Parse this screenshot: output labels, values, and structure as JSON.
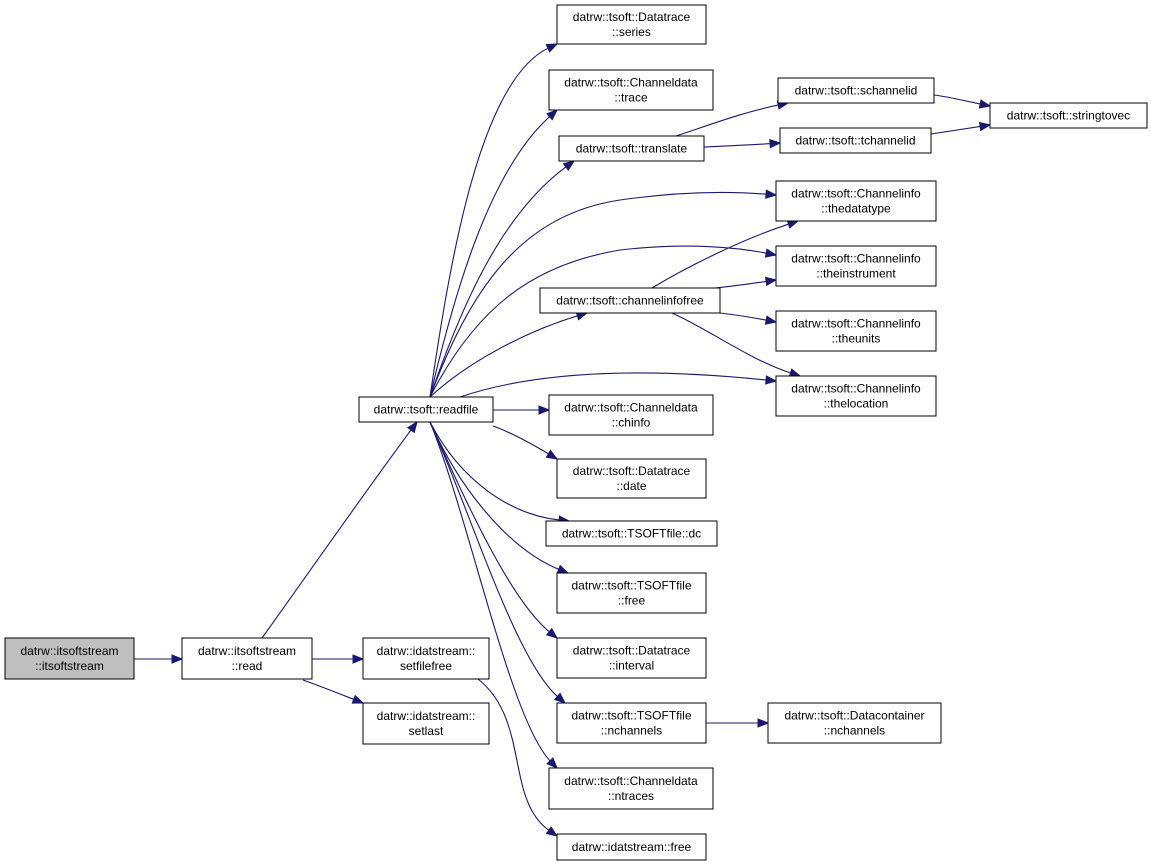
{
  "nodes": [
    {
      "id": "itsoftstream_ctor",
      "lines": [
        "datrw::itsoftstream",
        "::itsoftstream"
      ],
      "root": true
    },
    {
      "id": "itsoftstream_read",
      "lines": [
        "datrw::itsoftstream",
        "::read"
      ]
    },
    {
      "id": "readfile",
      "lines": [
        "datrw::tsoft::readfile"
      ]
    },
    {
      "id": "setfilefree",
      "lines": [
        "datrw::idatstream::",
        "setfilefree"
      ]
    },
    {
      "id": "setlast",
      "lines": [
        "datrw::idatstream::",
        "setlast"
      ]
    },
    {
      "id": "dt_series",
      "lines": [
        "datrw::tsoft::Datatrace",
        "::series"
      ]
    },
    {
      "id": "cd_trace",
      "lines": [
        "datrw::tsoft::Channeldata",
        "::trace"
      ]
    },
    {
      "id": "translate",
      "lines": [
        "datrw::tsoft::translate"
      ]
    },
    {
      "id": "schannelid",
      "lines": [
        "datrw::tsoft::schannelid"
      ]
    },
    {
      "id": "tchannelid",
      "lines": [
        "datrw::tsoft::tchannelid"
      ]
    },
    {
      "id": "stringtovec",
      "lines": [
        "datrw::tsoft::stringtovec"
      ]
    },
    {
      "id": "ci_datatype",
      "lines": [
        "datrw::tsoft::Channelinfo",
        "::thedatatype"
      ]
    },
    {
      "id": "ci_instrument",
      "lines": [
        "datrw::tsoft::Channelinfo",
        "::theinstrument"
      ]
    },
    {
      "id": "channelinfofree",
      "lines": [
        "datrw::tsoft::channelinfofree"
      ]
    },
    {
      "id": "ci_units",
      "lines": [
        "datrw::tsoft::Channelinfo",
        "::theunits"
      ]
    },
    {
      "id": "ci_location",
      "lines": [
        "datrw::tsoft::Channelinfo",
        "::thelocation"
      ]
    },
    {
      "id": "cd_chinfo",
      "lines": [
        "datrw::tsoft::Channeldata",
        "::chinfo"
      ]
    },
    {
      "id": "dt_date",
      "lines": [
        "datrw::tsoft::Datatrace",
        "::date"
      ]
    },
    {
      "id": "tf_dc",
      "lines": [
        "datrw::tsoft::TSOFTfile::dc"
      ]
    },
    {
      "id": "tf_free",
      "lines": [
        "datrw::tsoft::TSOFTfile",
        "::free"
      ]
    },
    {
      "id": "dt_interval",
      "lines": [
        "datrw::tsoft::Datatrace",
        "::interval"
      ]
    },
    {
      "id": "tf_nchannels",
      "lines": [
        "datrw::tsoft::TSOFTfile",
        "::nchannels"
      ]
    },
    {
      "id": "dc_nchannels",
      "lines": [
        "datrw::tsoft::Datacontainer",
        "::nchannels"
      ]
    },
    {
      "id": "cd_ntraces",
      "lines": [
        "datrw::tsoft::Channeldata",
        "::ntraces"
      ]
    },
    {
      "id": "ids_free",
      "lines": [
        "datrw::idatstream::free"
      ]
    }
  ],
  "edges": [
    {
      "from": "itsoftstream_ctor",
      "to": "itsoftstream_read"
    },
    {
      "from": "itsoftstream_read",
      "to": "readfile"
    },
    {
      "from": "itsoftstream_read",
      "to": "setfilefree"
    },
    {
      "from": "itsoftstream_read",
      "to": "setlast"
    },
    {
      "from": "readfile",
      "to": "dt_series"
    },
    {
      "from": "readfile",
      "to": "cd_trace"
    },
    {
      "from": "readfile",
      "to": "translate"
    },
    {
      "from": "readfile",
      "to": "ci_datatype"
    },
    {
      "from": "readfile",
      "to": "ci_instrument"
    },
    {
      "from": "readfile",
      "to": "channelinfofree"
    },
    {
      "from": "readfile",
      "to": "ci_location"
    },
    {
      "from": "readfile",
      "to": "cd_chinfo"
    },
    {
      "from": "readfile",
      "to": "dt_date"
    },
    {
      "from": "readfile",
      "to": "tf_dc"
    },
    {
      "from": "readfile",
      "to": "tf_free"
    },
    {
      "from": "readfile",
      "to": "dt_interval"
    },
    {
      "from": "readfile",
      "to": "tf_nchannels"
    },
    {
      "from": "readfile",
      "to": "cd_ntraces"
    },
    {
      "from": "translate",
      "to": "schannelid"
    },
    {
      "from": "translate",
      "to": "tchannelid"
    },
    {
      "from": "schannelid",
      "to": "stringtovec"
    },
    {
      "from": "tchannelid",
      "to": "stringtovec"
    },
    {
      "from": "channelinfofree",
      "to": "ci_datatype"
    },
    {
      "from": "channelinfofree",
      "to": "ci_instrument"
    },
    {
      "from": "channelinfofree",
      "to": "ci_units"
    },
    {
      "from": "channelinfofree",
      "to": "ci_location"
    },
    {
      "from": "tf_nchannels",
      "to": "dc_nchannels"
    },
    {
      "from": "setfilefree",
      "to": "ids_free"
    }
  ],
  "colors": {
    "edge": "#191970",
    "root_fill": "#bfbfbf",
    "node_fill": "#ffffff",
    "node_stroke": "#000000"
  }
}
